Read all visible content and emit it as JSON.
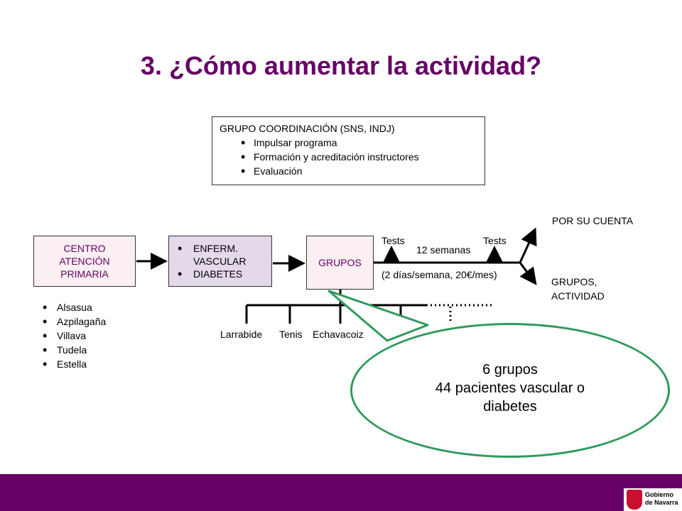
{
  "title": "3. ¿Cómo aumentar la actividad?",
  "coordination": {
    "header": "GRUPO COORDINACIÓN (SNS, INDJ)",
    "items": [
      "Impulsar programa",
      "Formación y acreditación instructores",
      "Evaluación"
    ]
  },
  "centro": {
    "line1": "CENTRO",
    "line2": "ATENCIÓN",
    "line3": "PRIMARIA"
  },
  "enferm": {
    "items": [
      "ENFERM. VASCULAR",
      "DIABETES"
    ]
  },
  "grupos_box": "GRUPOS",
  "towns": [
    "Alsasua",
    "Azpilagaña",
    "Villava",
    "Tudela",
    "Estella"
  ],
  "timeline": {
    "test_left": "Tests",
    "test_right": "Tests",
    "duration": "12 semanas",
    "frequency": "(2 días/semana, 20€/mes)"
  },
  "outcomes": {
    "own": "POR SU CUENTA",
    "groups_line1": "GRUPOS,",
    "groups_line2": "ACTIVIDAD"
  },
  "group_sites": [
    "Larrabide",
    "Tenis",
    "Echavacoiz"
  ],
  "bubble": {
    "line1": "6 grupos",
    "line2": "44 pacientes vascular o",
    "line3": "diabetes"
  },
  "footer_logo": {
    "line1": "Gobierno",
    "line2": "de Navarra"
  },
  "colors": {
    "title": "#660066",
    "footer": "#660066",
    "bubble_border": "#2e9a5c"
  }
}
